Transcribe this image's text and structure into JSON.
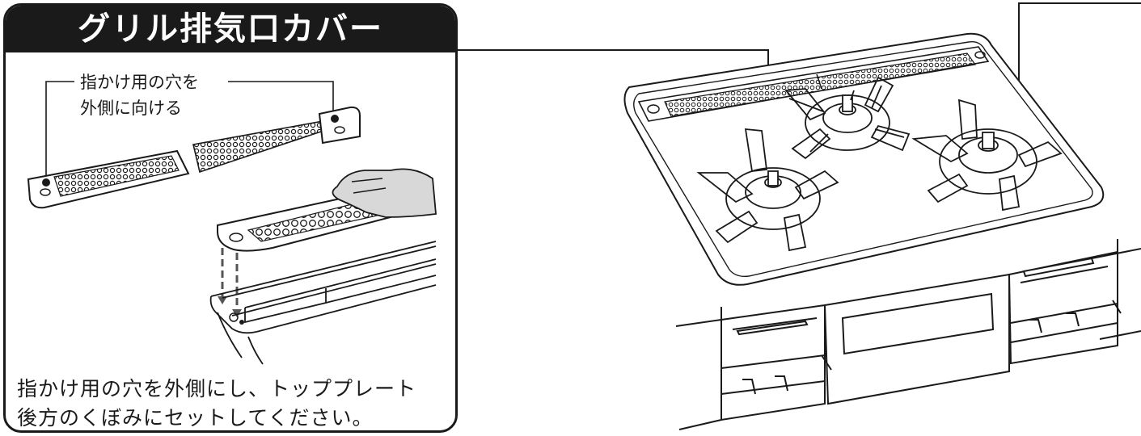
{
  "title": "グリル排気口カバー",
  "callout": {
    "line1": "指かけ用の穴を",
    "line2": "外側に向ける"
  },
  "instruction": {
    "line1": "指かけ用の穴を外側にし、トッププレート",
    "line2": "後方のくぼみにセットしてください。"
  },
  "colors": {
    "ink": "#1a1a1a",
    "hand": "#d8d8d8",
    "background": "#ffffff"
  }
}
